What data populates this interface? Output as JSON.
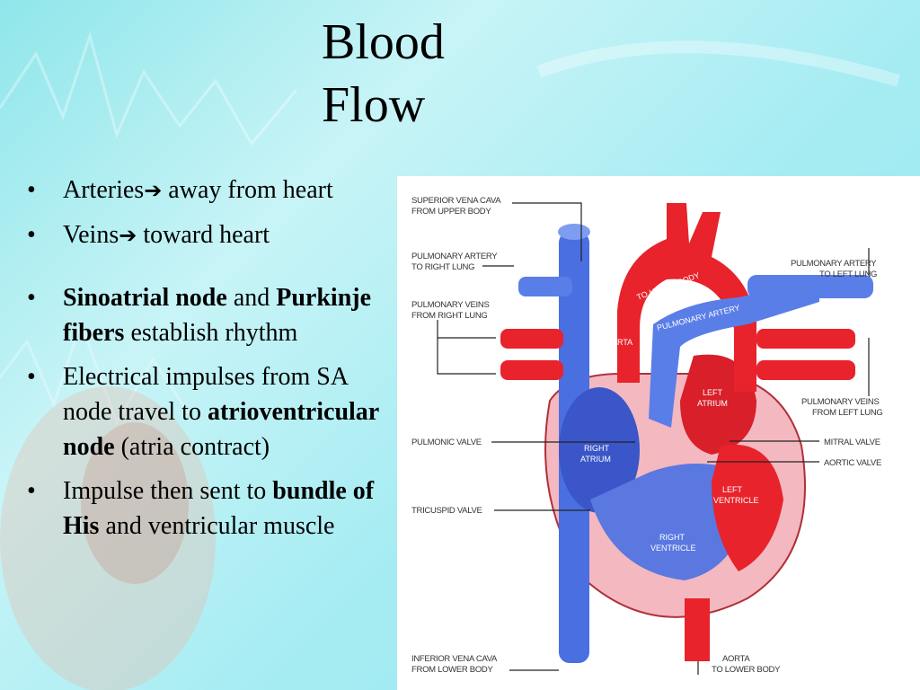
{
  "slide": {
    "title_line1": "Blood",
    "title_line2": "Flow"
  },
  "bullets": {
    "b1": {
      "text1": "Arteries",
      "arrow": "➔",
      "text2": " away from heart"
    },
    "b2": {
      "text1": "Veins",
      "arrow": "➔",
      "text2": " toward heart"
    },
    "b3": {
      "bold1": "Sinoatrial node",
      "text1": " and ",
      "bold2": "Purkinje fibers",
      "text2": " establish rhythm"
    },
    "b4": {
      "text1": "Electrical impulses from SA node travel to ",
      "bold1": "atrioventricular node",
      "text2": " (atria contract)"
    },
    "b5": {
      "text1": "Impulse then sent to ",
      "bold1": "bundle of His",
      "text2": " and ventricular muscle"
    }
  },
  "diagram": {
    "labels": {
      "svc_1": "SUPERIOR VENA CAVA",
      "svc_2": "FROM UPPER BODY",
      "pa_right_1": "PULMONARY ARTERY",
      "pa_right_2": "TO RIGHT LUNG",
      "pv_right_1": "PULMONARY VEINS",
      "pv_right_2": "FROM RIGHT LUNG",
      "pulmonic_valve": "PULMONIC VALVE",
      "tricuspid_valve": "TRICUSPID VALVE",
      "ivc_1": "INFERIOR VENA CAVA",
      "ivc_2": "FROM LOWER BODY",
      "pa_left_1": "PULMONARY ARTERY",
      "pa_left_2": "TO LEFT LUNG",
      "pv_left_1": "PULMONARY VEINS",
      "pv_left_2": "FROM LEFT LUNG",
      "mitral_valve": "MITRAL VALVE",
      "aortic_valve": "AORTIC VALVE",
      "aorta_lower_1": "AORTA",
      "aorta_lower_2": "TO LOWER BODY",
      "aorta": "AORTA",
      "pulmonary_artery": "PULMONARY ARTERY",
      "to_upper_body": "TO UPPER BODY",
      "left_atrium_1": "LEFT",
      "left_atrium_2": "ATRIUM",
      "right_atrium_1": "RIGHT",
      "right_atrium_2": "ATRIUM",
      "left_ventricle_1": "LEFT",
      "left_ventricle_2": "VENTRICLE",
      "right_ventricle_1": "RIGHT",
      "right_ventricle_2": "VENTRICLE"
    },
    "colors": {
      "oxygenated": "#e8232b",
      "deoxygenated": "#4a6fe0",
      "muscle": "#f4b8c0"
    }
  }
}
